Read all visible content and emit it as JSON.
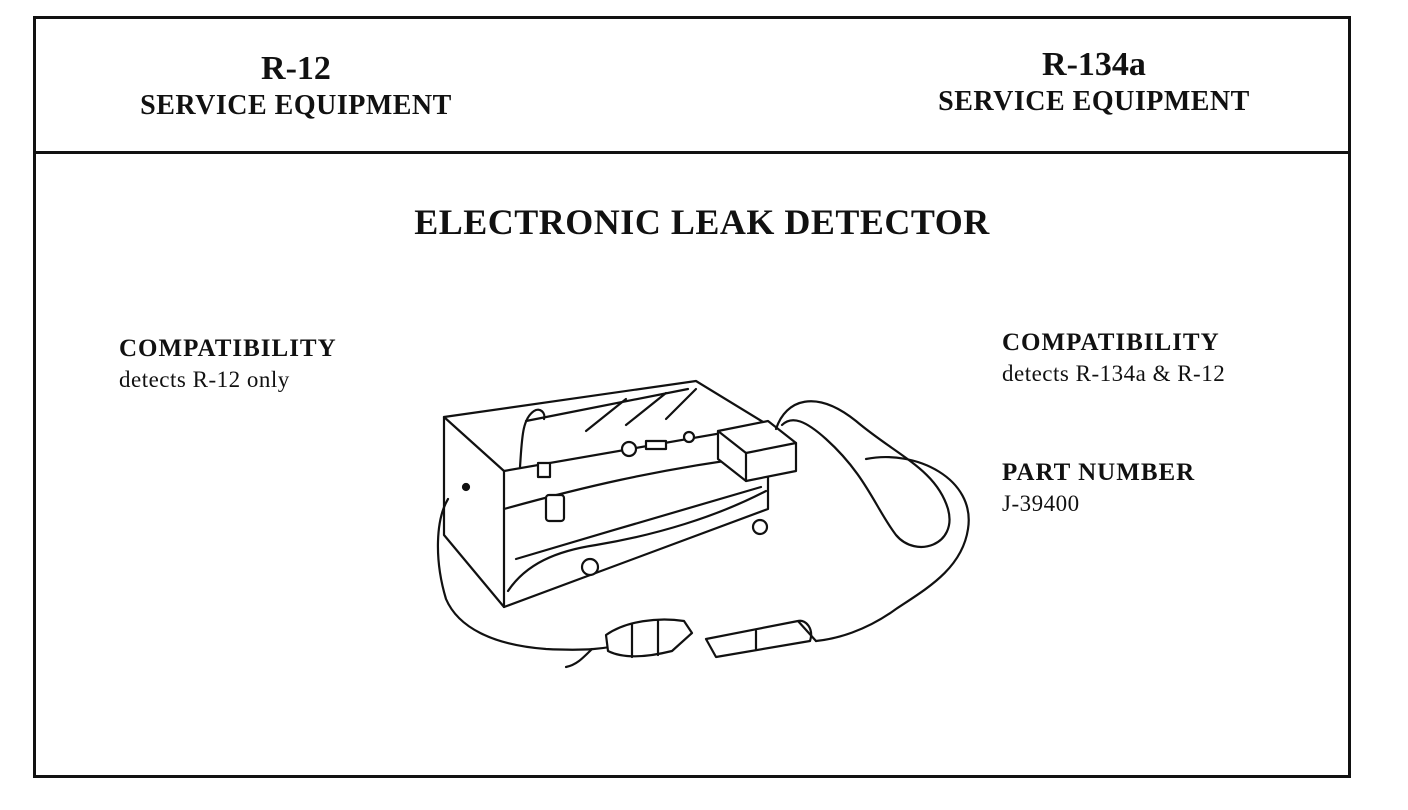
{
  "header": {
    "left": {
      "code": "R-12",
      "label": "SERVICE EQUIPMENT"
    },
    "right": {
      "code": "R-134a",
      "label": "SERVICE EQUIPMENT"
    }
  },
  "title": "ELECTRONIC LEAK DETECTOR",
  "left_specs": {
    "compatibility_label": "COMPATIBILITY",
    "compatibility_value": "detects R-12 only"
  },
  "right_specs": {
    "compatibility_label": "COMPATIBILITY",
    "compatibility_value": "detects R-134a & R-12",
    "part_number_label": "PART NUMBER",
    "part_number_value": "J-39400"
  }
}
